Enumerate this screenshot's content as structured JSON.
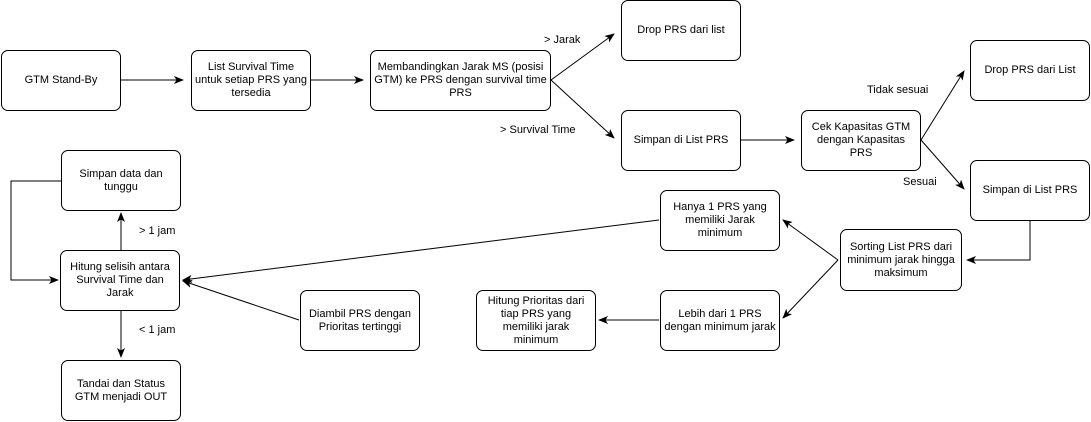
{
  "nodes": {
    "gtm_standby": "GTM Stand-By",
    "list_survival": "List Survival Time untuk setiap PRS yang tersedia",
    "membandingkan": "Membandingkan Jarak MS (posisi GTM) ke PRS dengan survival  time PRS",
    "drop_prs_1": "Drop PRS dari list",
    "simpan_list_1": "Simpan di List PRS",
    "cek_kapasitas": "Cek Kapasitas GTM dengan Kapasitas PRS",
    "drop_prs_2": "Drop PRS dari List",
    "simpan_list_2": "Simpan di List PRS",
    "sorting": "Sorting List PRS dari minimum jarak hingga maksimum",
    "hanya_1": "Hanya 1 PRS yang memiliki Jarak minimum",
    "lebih_1": "Lebih dari 1 PRS dengan minimum jarak",
    "hitung_prioritas": "Hitung Prioritas dari tiap PRS yang memiliki jarak minimum",
    "diambil": "Diambil PRS dengan Prioritas tertinggi",
    "hitung_selisih": "Hitung selisih antara Survival Time dan Jarak",
    "simpan_data": "Simpan data dan tunggu",
    "tandai": "Tandai dan Status GTM menjadi OUT"
  },
  "edge_labels": {
    "jarak": "> Jarak",
    "survival": "> Survival Time",
    "tidak_sesuai": "Tidak sesuai",
    "sesuai": "Sesuai",
    "gt_1jam": "> 1 jam",
    "lt_1jam": "< 1 jam"
  }
}
